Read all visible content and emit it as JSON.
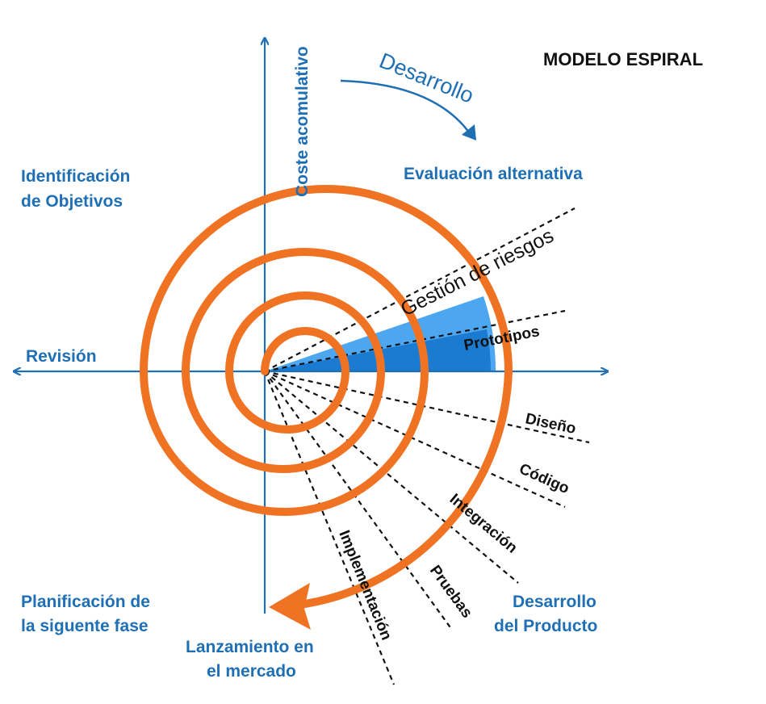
{
  "title": "MODELO ESPIRAL",
  "axes": {
    "vertical_label": "Coste acomulativo",
    "left_label": "Revisión"
  },
  "direction_label": "Desarrollo",
  "quadrants": {
    "top_left": [
      "Identificación",
      "de Objetivos"
    ],
    "top_right": "Evaluación alternativa",
    "bottom_left": [
      "Planificación de",
      "la siguente fase"
    ],
    "bottom_right": [
      "Desarrollo",
      "del Producto"
    ],
    "bottom_center": [
      "Lanzamiento en",
      "el mercado"
    ]
  },
  "phases": {
    "risk": "Gestión de riesgos",
    "prototypes": "Prototipos",
    "design": "Diseño",
    "code": "Código",
    "integration": "Integración",
    "tests": "Pruebas",
    "implementation": "Implementación"
  },
  "colors": {
    "axis": "#1f6fb5",
    "spiral": "#f07323",
    "risk_sector": "#4da6f0",
    "prototype_sector": "#1a7bd0",
    "label_blue": "#1f6fb5"
  }
}
